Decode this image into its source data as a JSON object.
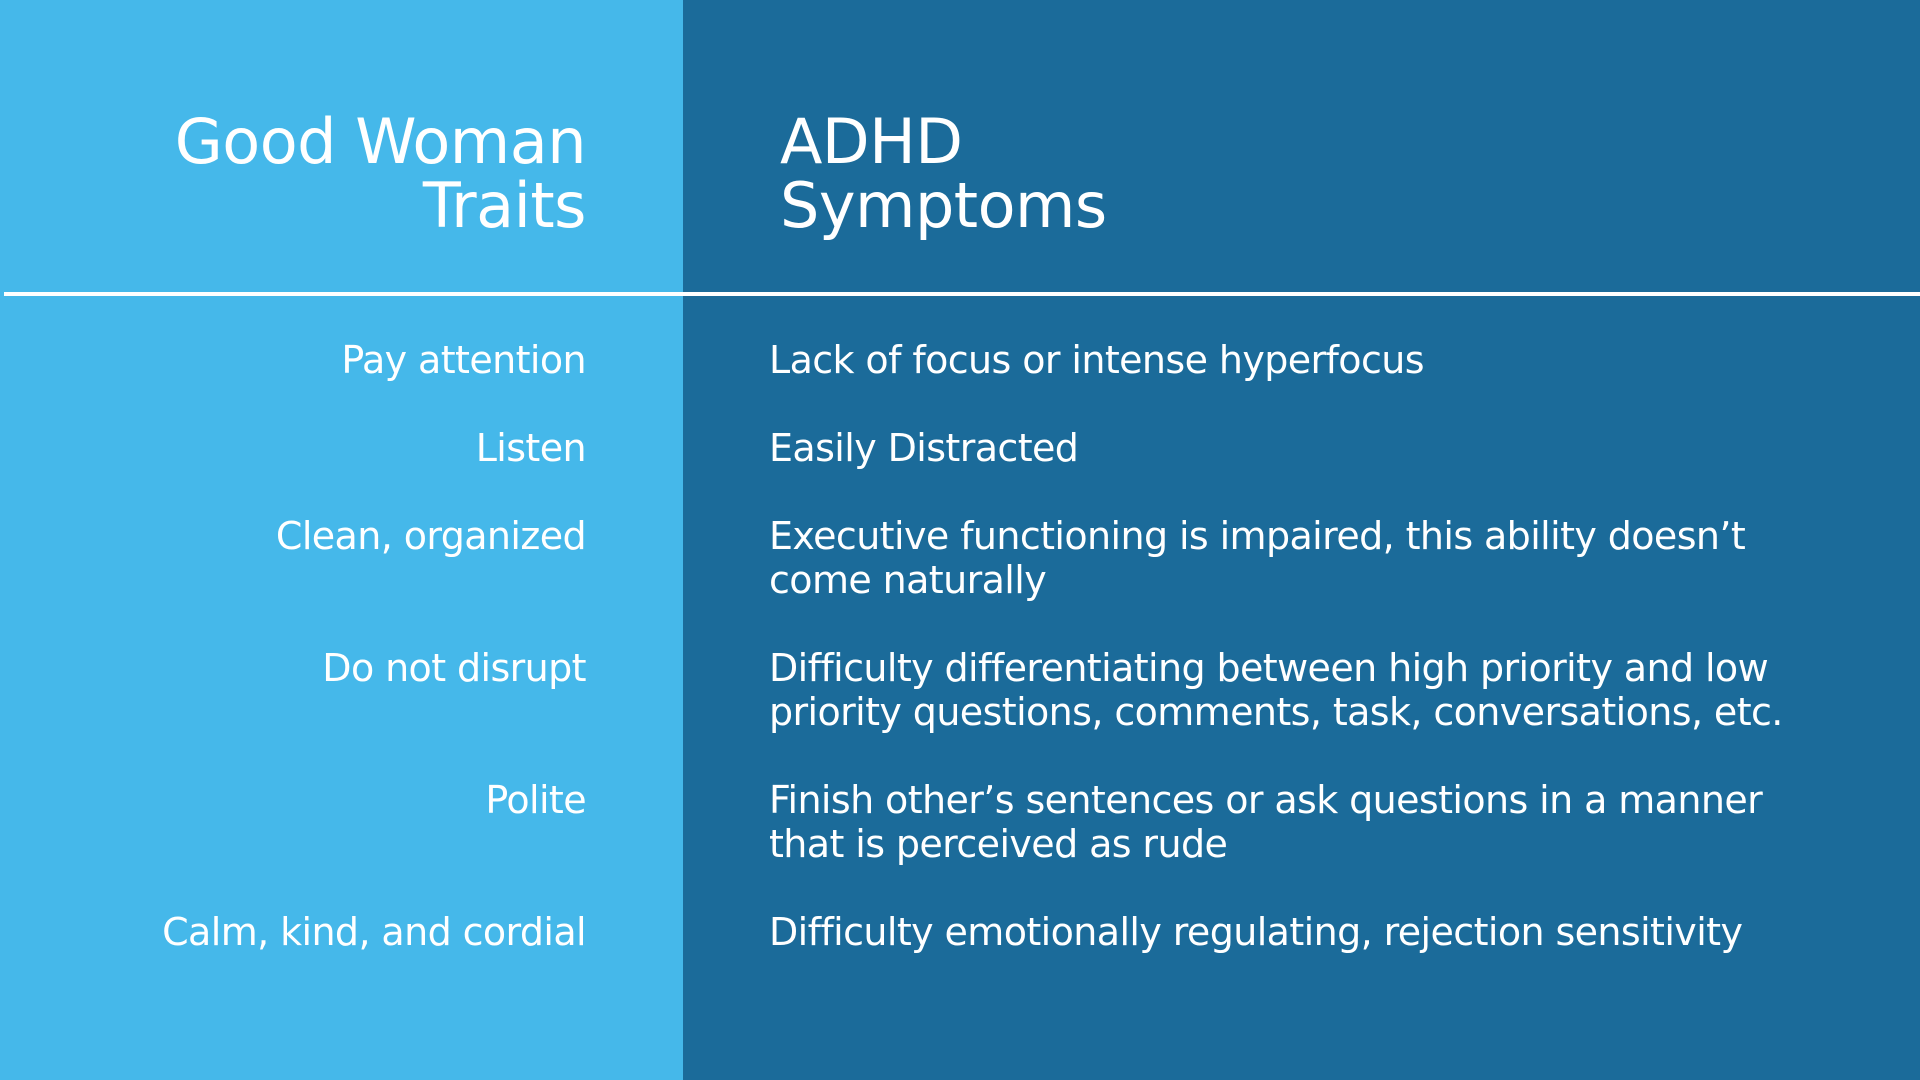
{
  "colors": {
    "left_column": "#45b8ea",
    "right_column": "#1b6b9a",
    "text": "#ffffff"
  },
  "headers": {
    "left": [
      "Good Woman",
      "Traits"
    ],
    "right": [
      "ADHD",
      "Symptoms"
    ]
  },
  "rows": [
    {
      "trait": "Pay attention",
      "symptom": "Lack of focus or intense hyperfocus"
    },
    {
      "trait": "Listen",
      "symptom": "Easily Distracted"
    },
    {
      "trait": "Clean, organized",
      "symptom": "Executive functioning is impaired, this ability doesn’t come naturally"
    },
    {
      "trait": "Do not disrupt",
      "symptom": "Difficulty differentiating between high priority and low priority questions, comments, task, conversations, etc."
    },
    {
      "trait": "Polite",
      "symptom": "Finish other’s sentences or ask questions in a manner that is perceived as rude"
    },
    {
      "trait": "Calm, kind, and cordial",
      "symptom": "Difficulty emotionally regulating, rejection sensitivity"
    }
  ]
}
